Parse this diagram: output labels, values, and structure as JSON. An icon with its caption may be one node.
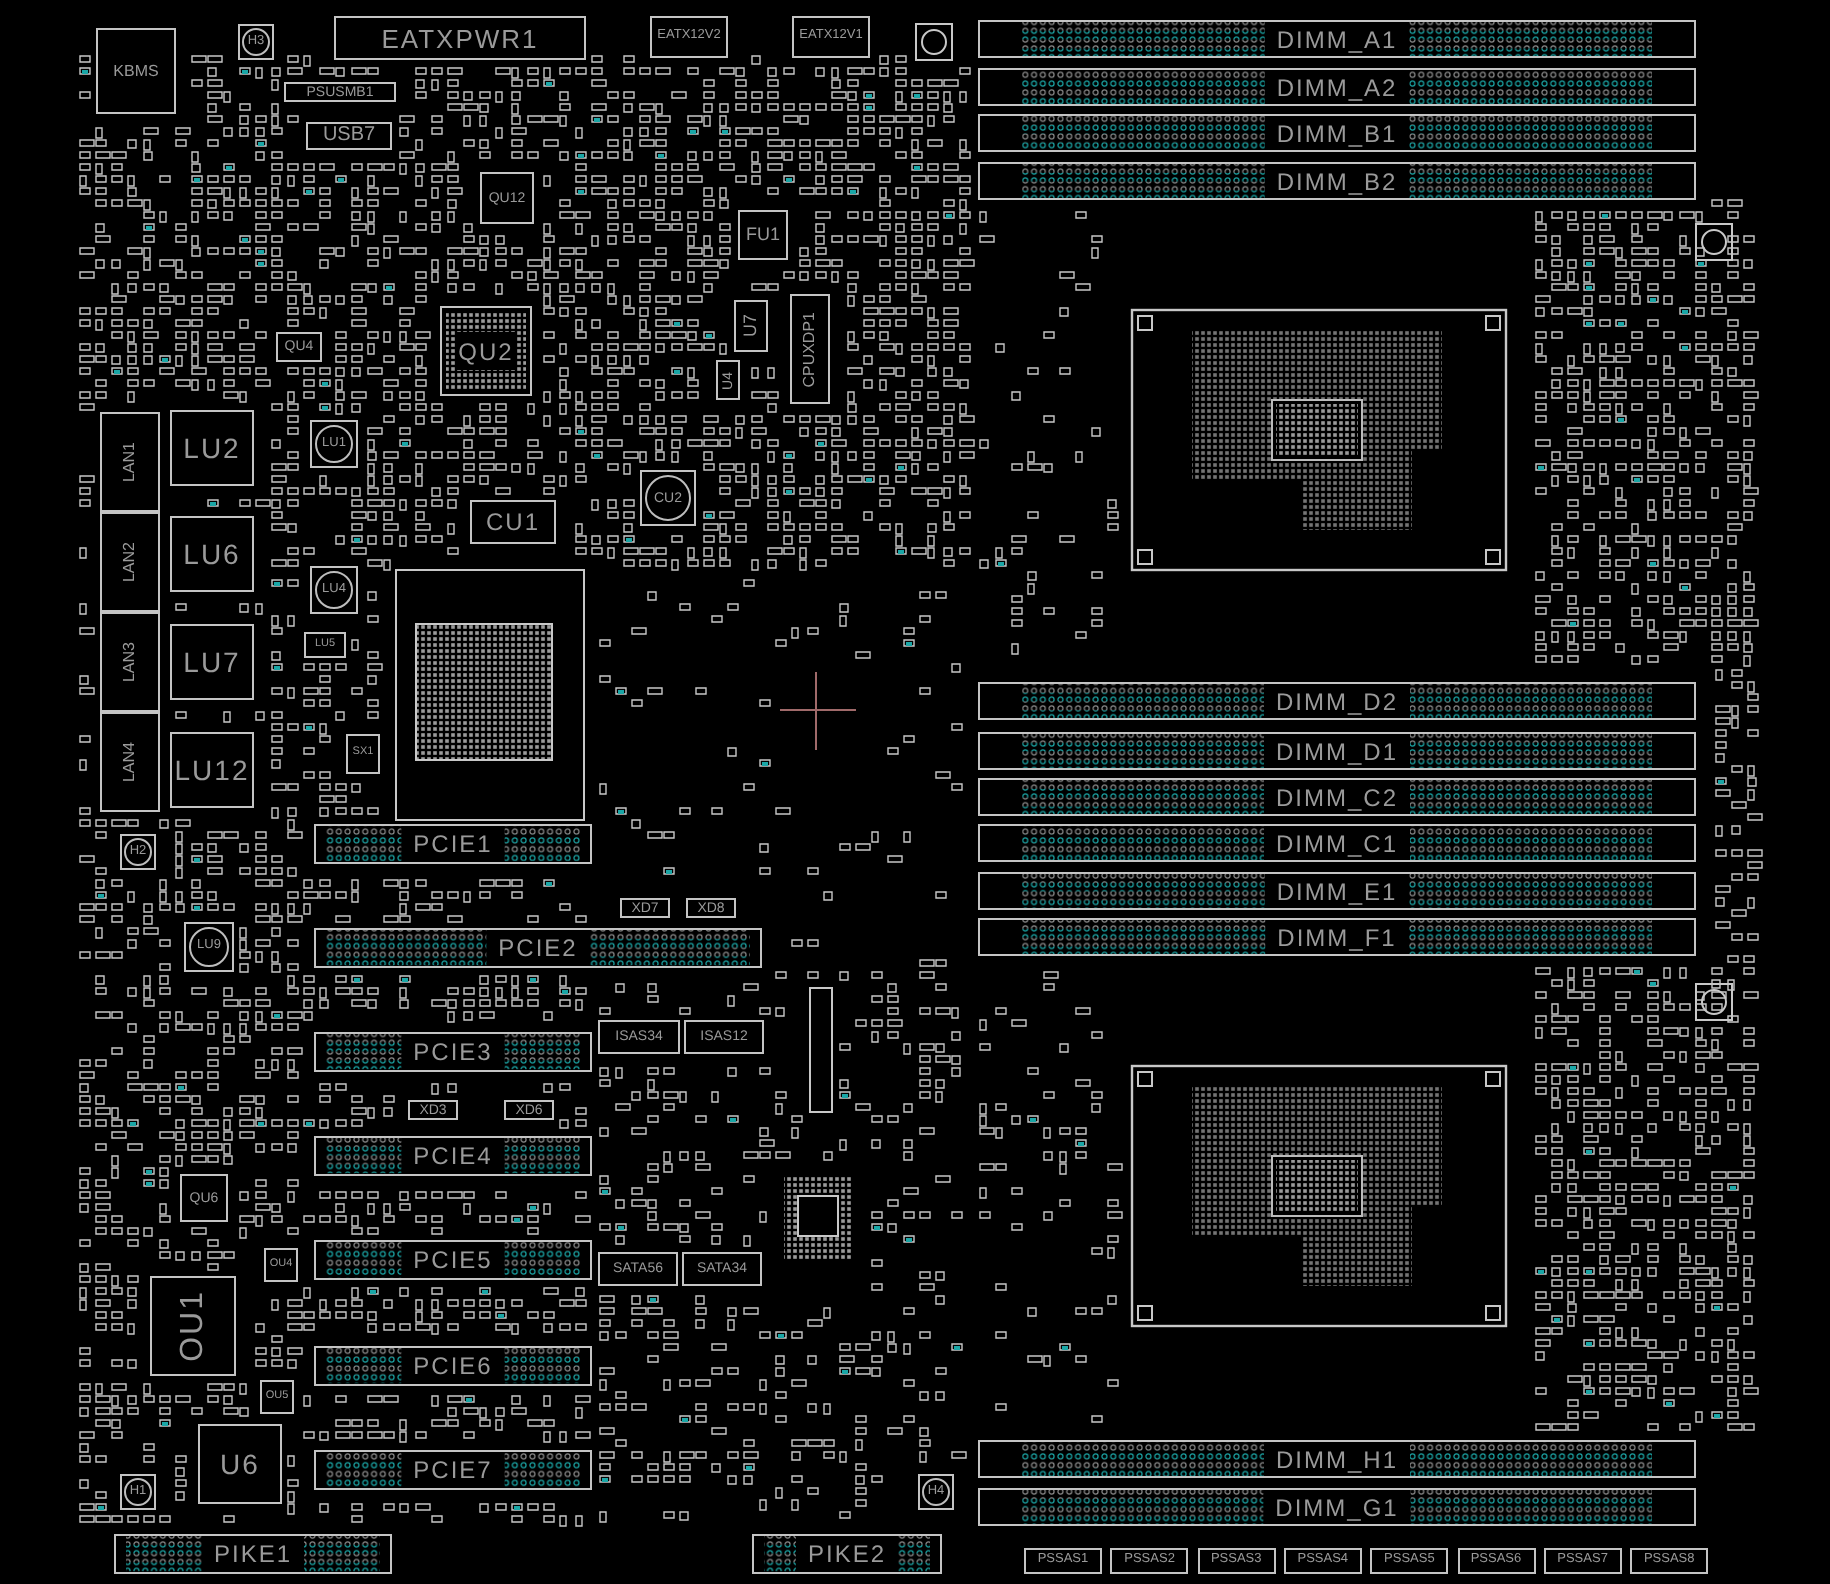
{
  "diagram": {
    "nodes": [
      {
        "text": [
          "KBMS"
        ]
      },
      {
        "text": [
          "H3"
        ]
      },
      {
        "text": [
          "EATXPWR1"
        ]
      },
      {
        "text": [
          "EATX12V2"
        ]
      },
      {
        "text": [
          "EATX12V1"
        ]
      },
      {
        "text": [
          "PSUSMB1"
        ]
      },
      {
        "text": [
          "USB7"
        ]
      },
      {
        "text": [
          "QU12"
        ]
      },
      {
        "text": [
          "FU1"
        ]
      },
      {
        "text": [
          "QU2"
        ]
      },
      {
        "text": [
          "U7"
        ]
      },
      {
        "text": [
          "QU4"
        ]
      },
      {
        "text": [
          "U4"
        ]
      },
      {
        "text": [
          "CPUXDP1"
        ]
      },
      {
        "text": [
          "LAN1"
        ]
      },
      {
        "text": [
          "LU2"
        ]
      },
      {
        "text": [
          "LU1"
        ]
      },
      {
        "text": [
          "CU2"
        ]
      },
      {
        "text": [
          "CU1"
        ]
      },
      {
        "text": [
          "LAN2"
        ]
      },
      {
        "text": [
          "LU6"
        ]
      },
      {
        "text": [
          "LU4"
        ]
      },
      {
        "text": [
          "LAN3"
        ]
      },
      {
        "text": [
          "LU7"
        ]
      },
      {
        "text": [
          "LU5"
        ]
      },
      {
        "text": [
          "LAN4"
        ]
      },
      {
        "text": [
          "LU12"
        ]
      },
      {
        "text": [
          "SX1"
        ]
      },
      {
        "text": [
          "PCIE1"
        ]
      },
      {
        "text": [
          "H2"
        ]
      },
      {
        "text": [
          "XD7"
        ]
      },
      {
        "text": [
          "XD8"
        ]
      },
      {
        "text": [
          "LU9"
        ]
      },
      {
        "text": [
          "PCIE2"
        ]
      },
      {
        "text": [
          "ISAS34"
        ]
      },
      {
        "text": [
          "ISAS12"
        ]
      },
      {
        "text": [
          "PCIE3"
        ]
      },
      {
        "text": [
          "XD3"
        ]
      },
      {
        "text": [
          "XD6"
        ]
      },
      {
        "text": [
          "PCIE4"
        ]
      },
      {
        "text": [
          "QU6"
        ]
      },
      {
        "text": [
          "PCIE5"
        ]
      },
      {
        "text": [
          "SATA56"
        ]
      },
      {
        "text": [
          "SATA34"
        ]
      },
      {
        "text": [
          "OU4"
        ]
      },
      {
        "text": [
          "OU1"
        ]
      },
      {
        "text": [
          "PCIE6"
        ]
      },
      {
        "text": [
          "OU5"
        ]
      },
      {
        "text": [
          "U6"
        ]
      },
      {
        "text": [
          "PCIE7"
        ]
      },
      {
        "text": [
          "H1"
        ]
      },
      {
        "text": [
          "H4"
        ]
      },
      {
        "text": [
          "PIKE1"
        ]
      },
      {
        "text": [
          "PIKE2"
        ]
      },
      {
        "text": [
          "DIMM_A1"
        ]
      },
      {
        "text": [
          "DIMM_A2"
        ]
      },
      {
        "text": [
          "DIMM_B1"
        ]
      },
      {
        "text": [
          "DIMM_B2"
        ]
      },
      {
        "text": [
          "DIMM_D2"
        ]
      },
      {
        "text": [
          "DIMM_D1"
        ]
      },
      {
        "text": [
          "DIMM_C2"
        ]
      },
      {
        "text": [
          "DIMM_C1"
        ]
      },
      {
        "text": [
          "DIMM_E1"
        ]
      },
      {
        "text": [
          "DIMM_F1"
        ]
      },
      {
        "text": [
          "DIMM_H1"
        ]
      },
      {
        "text": [
          "DIMM_G1"
        ]
      },
      {
        "text": [
          "PSSAS1"
        ]
      },
      {
        "text": [
          "PSSAS2"
        ]
      },
      {
        "text": [
          "PSSAS3"
        ]
      },
      {
        "text": [
          "PSSAS4"
        ]
      },
      {
        "text": [
          "PSSAS5"
        ]
      },
      {
        "text": [
          "PSSAS6"
        ]
      },
      {
        "text": [
          "PSSAS7"
        ]
      },
      {
        "text": [
          "PSSAS8"
        ]
      }
    ]
  }
}
